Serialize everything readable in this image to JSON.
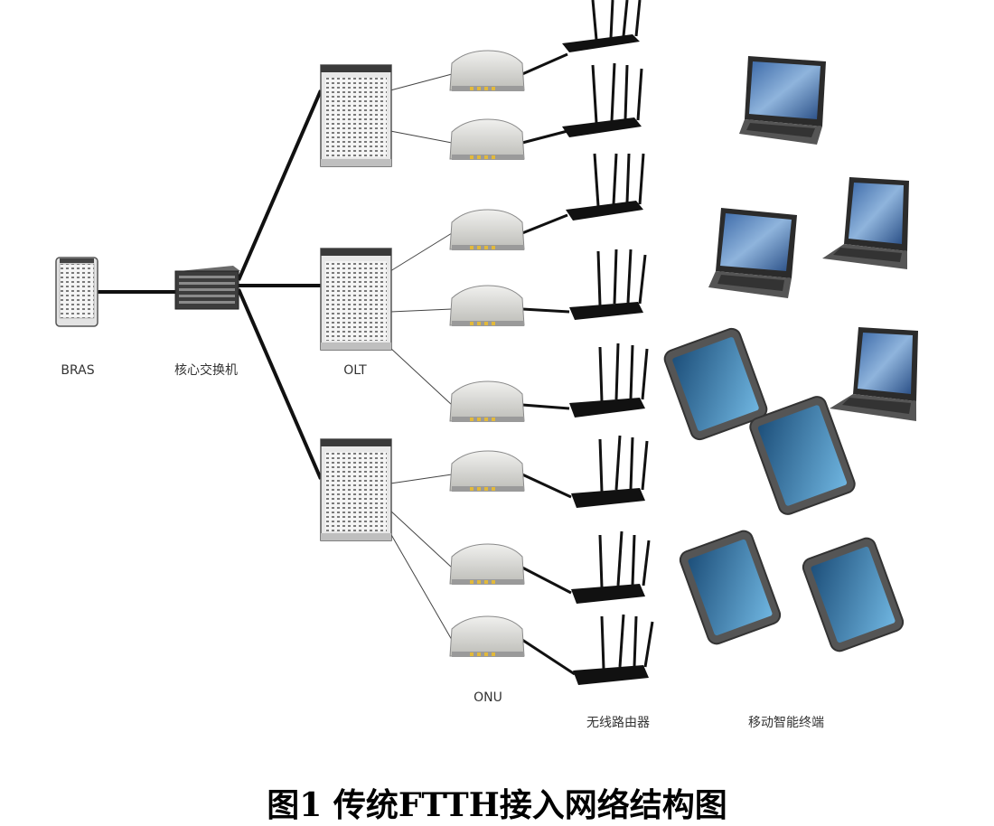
{
  "labels": {
    "bras": "BRAS",
    "core_switch": "核心交换机",
    "olt": "OLT",
    "onu": "ONU",
    "wireless_router": "无线路由器",
    "mobile_terminal": "移动智能终端"
  },
  "caption": "图1 传统FTTH接入网络结构图"
}
